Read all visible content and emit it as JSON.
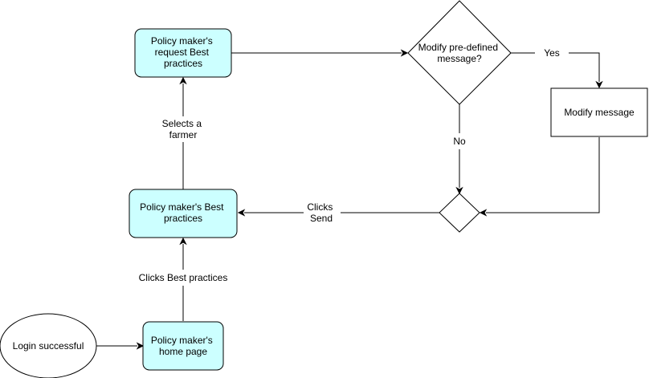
{
  "nodes": {
    "request_best_practices": [
      "Policy maker's",
      "request Best",
      "practices"
    ],
    "modify_question": [
      "Modify pre-defined",
      "message?"
    ],
    "modify_message": [
      "Modify message"
    ],
    "best_practices": [
      "Policy maker's Best",
      "practices"
    ],
    "home_page": [
      "Policy maker's",
      "home page"
    ],
    "login_successful": [
      "Login successful"
    ]
  },
  "edges": {
    "yes": [
      "Yes"
    ],
    "no": [
      "No"
    ],
    "clicks_send": [
      "Clicks",
      "Send"
    ],
    "selects_farmer": [
      "Selects a",
      "farmer"
    ],
    "clicks_best_practices": [
      "Clicks Best practices"
    ]
  },
  "colors": {
    "process_fill": "#ccffff",
    "stroke": "#000000",
    "background": "#ffffff"
  }
}
